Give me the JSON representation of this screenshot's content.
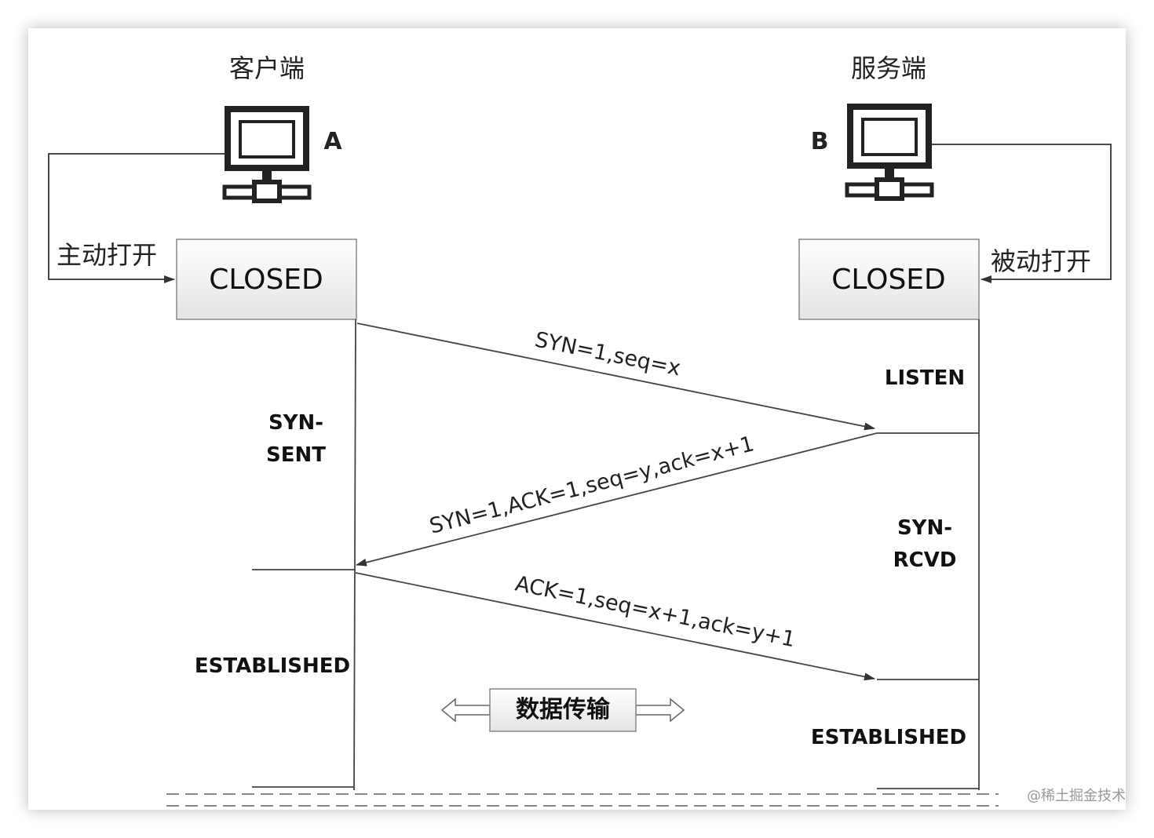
{
  "client": {
    "title": "客户端",
    "label": "A",
    "open_label": "主动打开",
    "state_box": "CLOSED"
  },
  "server": {
    "title": "服务端",
    "label": "B",
    "open_label": "被动打开",
    "state_box": "CLOSED"
  },
  "client_states": {
    "syn_sent_1": "SYN-",
    "syn_sent_2": "SENT",
    "established": "ESTABLISHED"
  },
  "server_states": {
    "listen": "LISTEN",
    "syn_rcvd_1": "SYN-",
    "syn_rcvd_2": "RCVD",
    "established": "ESTABLISHED"
  },
  "messages": {
    "syn": "SYN=1,seq=x",
    "syn_ack": "SYN=1,ACK=1,seq=y,ack=x+1",
    "ack": "ACK=1,seq=x+1,ack=y+1"
  },
  "data_transfer": "数据传输",
  "watermark": "@稀土掘金技术"
}
